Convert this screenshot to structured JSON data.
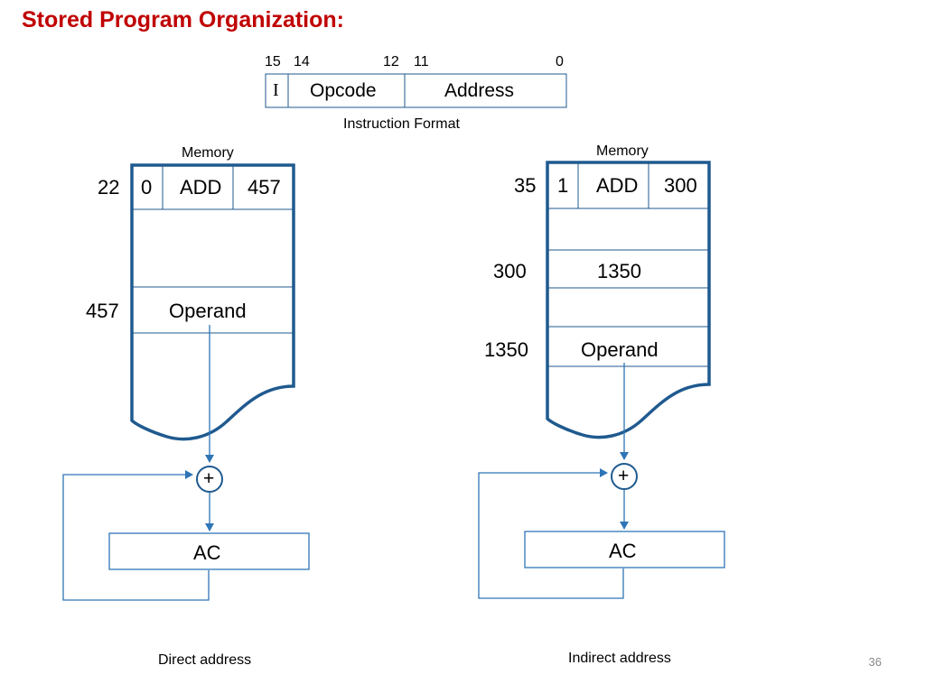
{
  "title": "Stored Program Organization:",
  "instruction_format": {
    "bit_labels": {
      "b15": "15",
      "b14": "14",
      "b12": "12",
      "b11": "11",
      "b0": "0"
    },
    "fields": {
      "i": "I",
      "opcode": "Opcode",
      "address": "Address"
    },
    "caption": "Instruction Format"
  },
  "direct": {
    "memory_label": "Memory",
    "instr_addr": "22",
    "instr_i": "0",
    "instr_opcode": "ADD",
    "instr_address": "457",
    "operand_addr": "457",
    "operand_label": "Operand",
    "adder": "+",
    "register": "AC",
    "caption": "Direct address"
  },
  "indirect": {
    "memory_label": "Memory",
    "instr_addr": "35",
    "instr_i": "1",
    "instr_opcode": "ADD",
    "instr_address": "300",
    "pointer_addr": "300",
    "pointer_value": "1350",
    "operand_addr": "1350",
    "operand_label": "Operand",
    "adder": "+",
    "register": "AC",
    "caption": "Indirect address"
  },
  "slide_number": "36",
  "colors": {
    "title": "#c00000",
    "memory_border": "#1f5a8f",
    "line": "#2e75b6",
    "adder_border": "#1f5a8f"
  }
}
